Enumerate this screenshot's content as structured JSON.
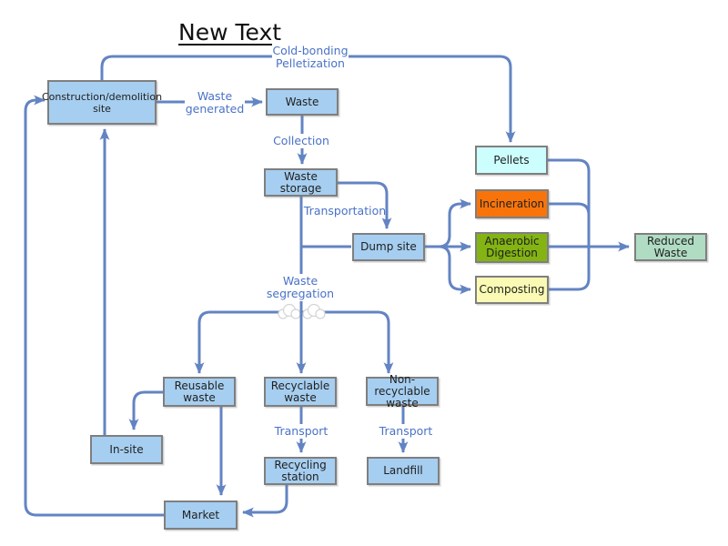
{
  "title": "New Text",
  "colors": {
    "connector": "#6384c3",
    "label_text": "#4a72c6",
    "node_fill": "#a6cef0",
    "node_border": "#7f7f7f",
    "pellets_fill": "#ccfefe",
    "incineration_fill": "#f8740a",
    "anaerobic_fill": "#83b413",
    "composting_fill": "#fafab4",
    "reduced_fill": "#b0dcc3"
  },
  "nodes": {
    "construction": {
      "label": "Construction/demolition\nsite"
    },
    "waste": {
      "label": "Waste"
    },
    "waste_storage": {
      "label": "Waste storage"
    },
    "dump_site": {
      "label": "Dump site"
    },
    "pellets": {
      "label": "Pellets"
    },
    "incineration": {
      "label": "Incineration"
    },
    "anaerobic": {
      "label": "Anaerobic\nDigestion"
    },
    "composting": {
      "label": "Composting"
    },
    "reduced": {
      "label": "Reduced\nWaste"
    },
    "reusable": {
      "label": "Reusable\nwaste"
    },
    "recyclable": {
      "label": "Recyclable\nwaste"
    },
    "nonrecyclable": {
      "label": "Non-\nrecyclable\nwaste"
    },
    "insite": {
      "label": "In-site"
    },
    "recycling_station": {
      "label": "Recycling\nstation"
    },
    "landfill": {
      "label": "Landfill"
    },
    "market": {
      "label": "Market"
    }
  },
  "edge_labels": {
    "cold_bonding": "Cold-bonding\nPelletization",
    "waste_generated": "Waste\ngenerated",
    "collection": "Collection",
    "transportation": "Transportation",
    "waste_segregation": "Waste\nsegregation",
    "transport_recycling": "Transport",
    "transport_landfill": "Transport"
  },
  "icons": {
    "line_hop": "cloud-icon"
  }
}
